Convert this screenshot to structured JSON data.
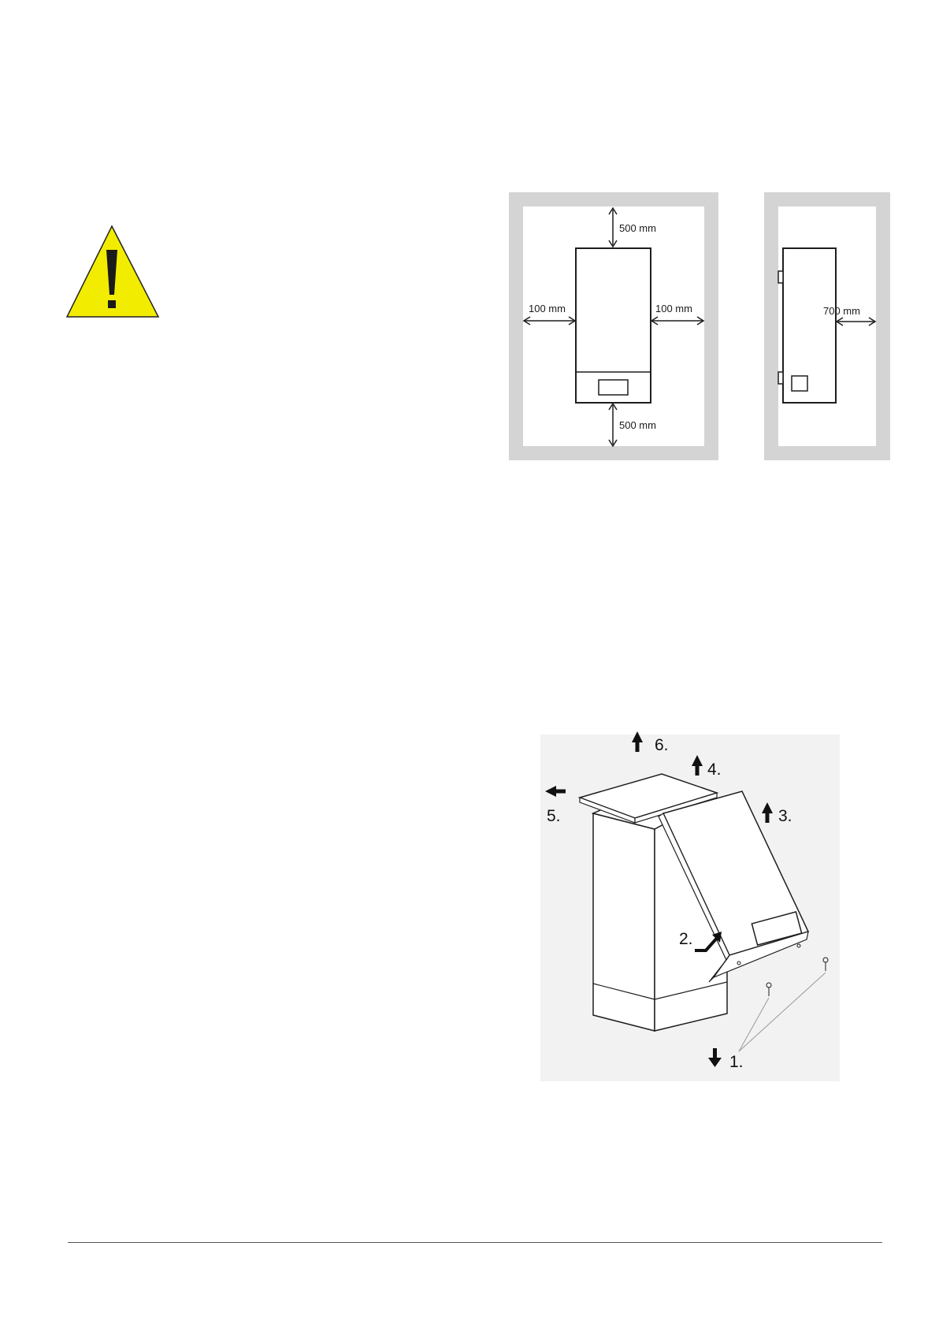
{
  "warning": {
    "icon": "warning-triangle-icon",
    "fill": "#f2ec00"
  },
  "clearance_front": {
    "top_label": "500 mm",
    "left_label": "100 mm",
    "right_label": "100 mm",
    "bottom_label": "500 mm"
  },
  "clearance_side": {
    "right_label": "700 mm"
  },
  "disassembly": {
    "steps": [
      "1.",
      "2.",
      "3.",
      "4.",
      "5.",
      "6."
    ]
  },
  "colors": {
    "wall": "#d4d4d4",
    "line": "#1e1e1e",
    "diagram_bg": "#f2f2f2"
  }
}
